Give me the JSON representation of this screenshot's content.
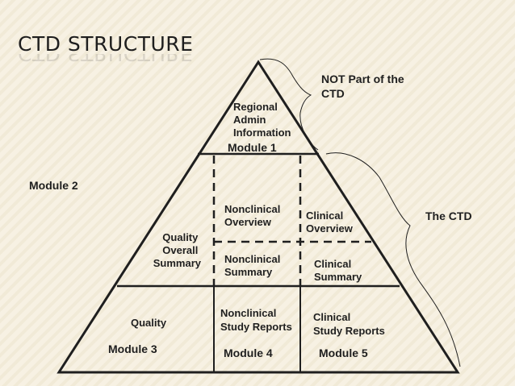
{
  "slide": {
    "title": "CTD STRUCTURE"
  },
  "pyramid": {
    "regional_admin": [
      "Regional",
      "Admin",
      "Information"
    ],
    "module_1": "Module 1",
    "module_2": "Module 2",
    "nonclinical_overview": [
      "Nonclinical",
      "Overview"
    ],
    "clinical_overview": [
      "Clinical",
      "Overview"
    ],
    "quality_overall_summary": [
      "Quality",
      "Overall",
      "Summary"
    ],
    "nonclinical_summary": [
      "Nonclinical",
      "Summary"
    ],
    "clinical_summary": [
      "Clinical",
      "Summary"
    ],
    "quality": "Quality",
    "module_3": "Module 3",
    "nonclinical_study_reports": [
      "Nonclinical",
      "Study Reports"
    ],
    "module_4": "Module 4",
    "clinical_study_reports": [
      "Clinical",
      "Study Reports"
    ],
    "module_5": "Module 5"
  },
  "annotations": {
    "not_part": [
      "NOT Part of the",
      "CTD"
    ],
    "the_ctd": "The CTD"
  },
  "colors": {
    "background": "#f7f1e3",
    "stripe": "#ece3cc",
    "line": "#1f1f1f"
  }
}
